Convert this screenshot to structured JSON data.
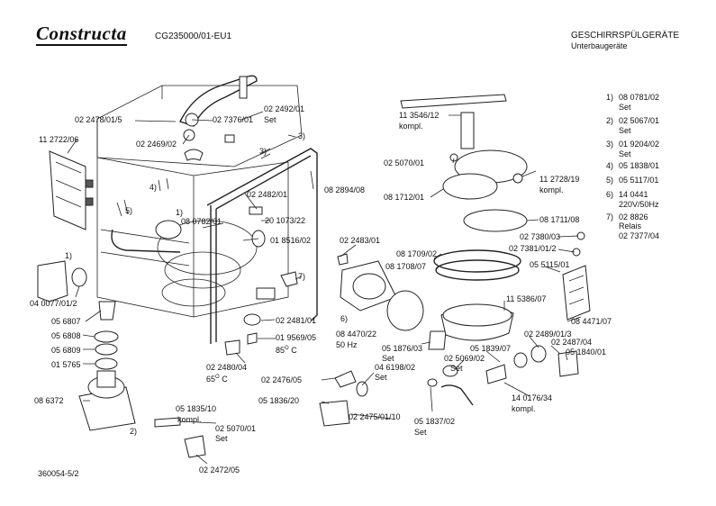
{
  "header": {
    "brand": "Constructa",
    "model": "CG235000/01-EU1",
    "category": "GESCHIRRSPÜLGERÄTE",
    "subcategory": "Unterbaugeräte"
  },
  "footer": {
    "drawing_no": "360054-5/2"
  },
  "legend": [
    {
      "key": "1)",
      "value": "08 0781/02",
      "note": "Set"
    },
    {
      "key": "2)",
      "value": "02 5067/01",
      "note": "Set"
    },
    {
      "key": "3)",
      "value": "01 9204/02",
      "note": "Set"
    },
    {
      "key": "4)",
      "value": "05 1838/01",
      "note": ""
    },
    {
      "key": "5)",
      "value": "05 5117/01",
      "note": ""
    },
    {
      "key": "6)",
      "value": "14 0441",
      "note": "220V/50Hz"
    },
    {
      "key": "7)",
      "value": "02 8826",
      "note": "Relais",
      "extra": "02 7377/04"
    }
  ],
  "labels": {
    "l01": "02 2478/01/5",
    "l02": "02 7376/01",
    "l03": "02 2492/01",
    "l03b": "Set",
    "l04": "11 2722/06",
    "l05": "02 2469/02",
    "l06": "3)",
    "l07": "3)",
    "l08": "4)",
    "l09": "02 2482/01",
    "l10": "08 2894/08",
    "l11": "5)",
    "l12": "1)",
    "l13": "08 0782/01",
    "l14": "20 1073/22",
    "l15": "01 8516/02",
    "l16": "02 2483/01",
    "l17": "7)",
    "l18": "1)",
    "l19": "04 0077/01/2",
    "l20": "05 6807",
    "l21": "05 6808",
    "l22": "05 6809",
    "l23": "01 5765",
    "l24": "08 6372",
    "l25": "02 2481/01",
    "l26": "01 9569/05",
    "l27": "85",
    "l27b": "O",
    "l27c": "C",
    "l28": "02 2480/04",
    "l29": "65",
    "l29b": "O",
    "l29c": "C",
    "l30": "6)",
    "l31": "08 4470/22",
    "l32": "50 Hz",
    "l33": "02 2476/05",
    "l34": "05 1836/20",
    "l35": "04 6198/02",
    "l36": "Set",
    "l37": "02 2475/01/10",
    "l38": "05 1835/10",
    "l39": "kompl.",
    "l40": "2)",
    "l41": "02 5070/01",
    "l42": "Set",
    "l43": "02 2472/05",
    "l44": "11 3546/12",
    "l45": "kompl.",
    "l46": "02 5070/01",
    "l47": "11 2728/19",
    "l48": "kompl.",
    "l49": "08 1712/01",
    "l50": "08 1711/08",
    "l51": "02 7380/03",
    "l52": "02 7381/01/2",
    "l53": "08 1709/02",
    "l54": "08 1708/07",
    "l55": "05 5115/01",
    "l56": "11 5386/07",
    "l57": "08 4471/07",
    "l58": "02 2489/01/3",
    "l59": "02 2487/04",
    "l60": "05 1840/01",
    "l61": "05 1876/03",
    "l62": "Set",
    "l63": "05 1839/07",
    "l64": "02 5069/02",
    "l65": "Set",
    "l66": "14 0176/34",
    "l67": "kompl.",
    "l68": "05 1837/02",
    "l69": "Set"
  }
}
